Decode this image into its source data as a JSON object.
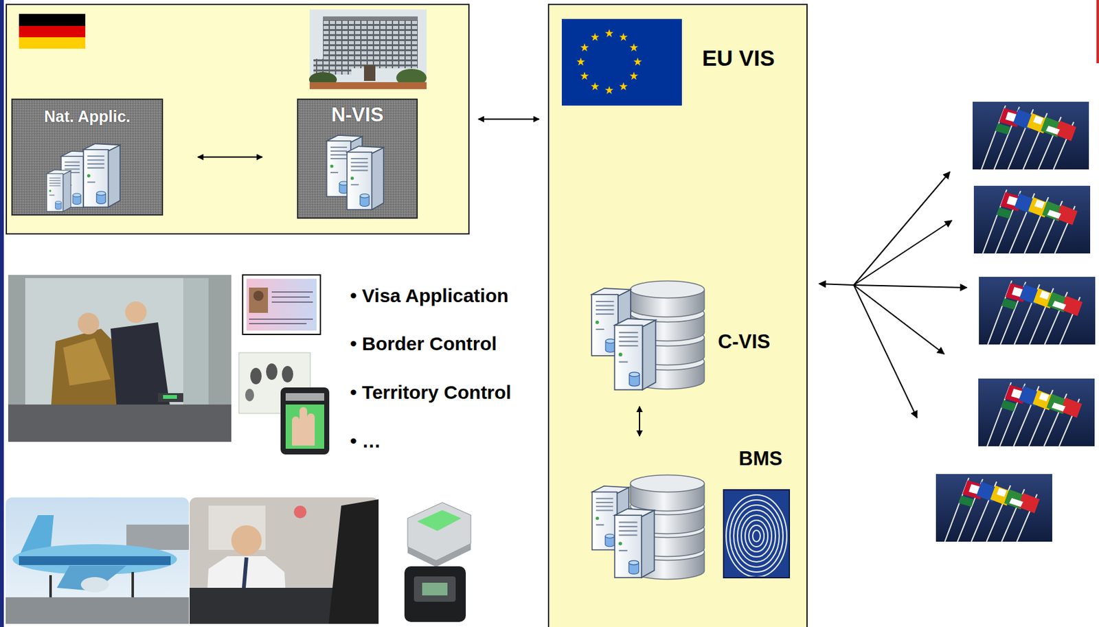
{
  "diagram": {
    "nodes": [
      {
        "text": []
      },
      {
        "text": [
          "Nat. Applic."
        ],
        "in": 0
      },
      {
        "text": [
          "N-VIS"
        ],
        "in": 0
      },
      {
        "text": [
          "EU VIS"
        ]
      },
      {
        "text": [
          "C-VIS"
        ],
        "in": 3
      },
      {
        "text": [
          "BMS"
        ],
        "in": 3
      }
    ],
    "edges": [
      {
        "from": 1,
        "to": 2,
        "arrow": "both"
      },
      {
        "from": 0,
        "to": 3,
        "arrow": "both"
      },
      {
        "from": 4,
        "to": 5,
        "arrow": "both"
      }
    ],
    "labels": [
      "• Visa Application",
      "• Border Control",
      "• Territory Control",
      "• …"
    ]
  }
}
